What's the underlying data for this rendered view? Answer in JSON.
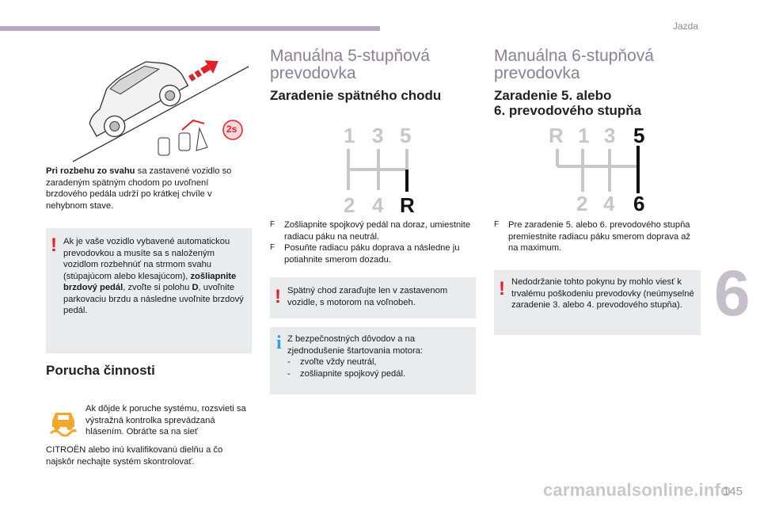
{
  "header": {
    "section": "Jazda",
    "chapter": "6",
    "page_number": "145",
    "watermark": "carmanualsonline.info"
  },
  "colors": {
    "accent_bar": "#b6a9c1",
    "heading_light": "#8b7f96",
    "warning": "#e0202a",
    "info": "#2aa3d8",
    "note_bg": "#e9ebed",
    "icon_orange": "#f3a72b"
  },
  "left": {
    "intro_bold": "Pri rozbehu zo svahu",
    "intro_rest": " sa zastavené vozidlo so zaradeným spätným chodom po uvoľnení brzdového pedála udrží po krátkej chvíle v nehybnom stave.",
    "hill_icon_text": "2s",
    "warning_mark": "!",
    "warning_part1": "Ak je vaše vozidlo vybavené automatickou prevodovkou a musíte sa s naloženým vozidlom rozbehnúť na strmom svahu (stúpajúcom alebo klesajúcom), ",
    "warning_bold1": "zošliapnite brzdový pedál",
    "warning_part2": ", zvoľte si polohu ",
    "warning_bold2": "D",
    "warning_part3": ", uvoľnite parkovaciu brzdu a následne uvoľnite brzdový pedál.",
    "fault_heading": "Porucha činnosti",
    "fault_text": "Ak dôjde k poruche systému, rozsvieti sa výstražná kontrolka sprevádzaná hlásením. Obráťte sa na sieť",
    "fault_text2": "CITROËN alebo inú kvalifikovanú dielňu a čo najskôr nechajte systém skontrolovať."
  },
  "middle": {
    "title": "Manuálna 5-stupňová prevodovka",
    "subtitle": "Zaradenie spätného chodu",
    "gear_top": [
      "1",
      "3",
      "5"
    ],
    "gear_bottom": [
      "2",
      "4",
      "R"
    ],
    "steps": [
      "Zošliapnite spojkový pedál na doraz, umiestnite radiacu páku na neutrál.",
      "Posuňte radiacu páku doprava a následne ju potiahnite smerom dozadu."
    ],
    "bullet_glyph": "F",
    "warning_mark": "!",
    "warning_text": "Spätný chod zaraďujte len v zastavenom vozidle, s motorom na voľnobeh.",
    "info_mark": "i",
    "info_intro": "Z bezpečnostných dôvodov a na zjednodušenie štartovania motora:",
    "info_items": [
      "zvoľte vždy neutrál,",
      "zošliapnite spojkový pedál."
    ],
    "dash": "-"
  },
  "right": {
    "title": "Manuálna 6-stupňová prevodovka",
    "subtitle_line1": "Zaradenie 5. alebo",
    "subtitle_line2": "6. prevodového stupňa",
    "gear_top": [
      "R",
      "1",
      "3",
      "5"
    ],
    "gear_bottom": [
      "2",
      "4",
      "6"
    ],
    "bullet_glyph": "F",
    "step": "Pre zaradenie 5. alebo 6. prevodového stupňa premiestnite radiacu páku smerom doprava až na maximum.",
    "warning_mark": "!",
    "warning_text": "Nedodržanie tohto pokynu by mohlo viesť k trvalému poškodeniu prevodovky (neúmyselné zaradenie 3. alebo 4. prevodového stupňa)."
  }
}
